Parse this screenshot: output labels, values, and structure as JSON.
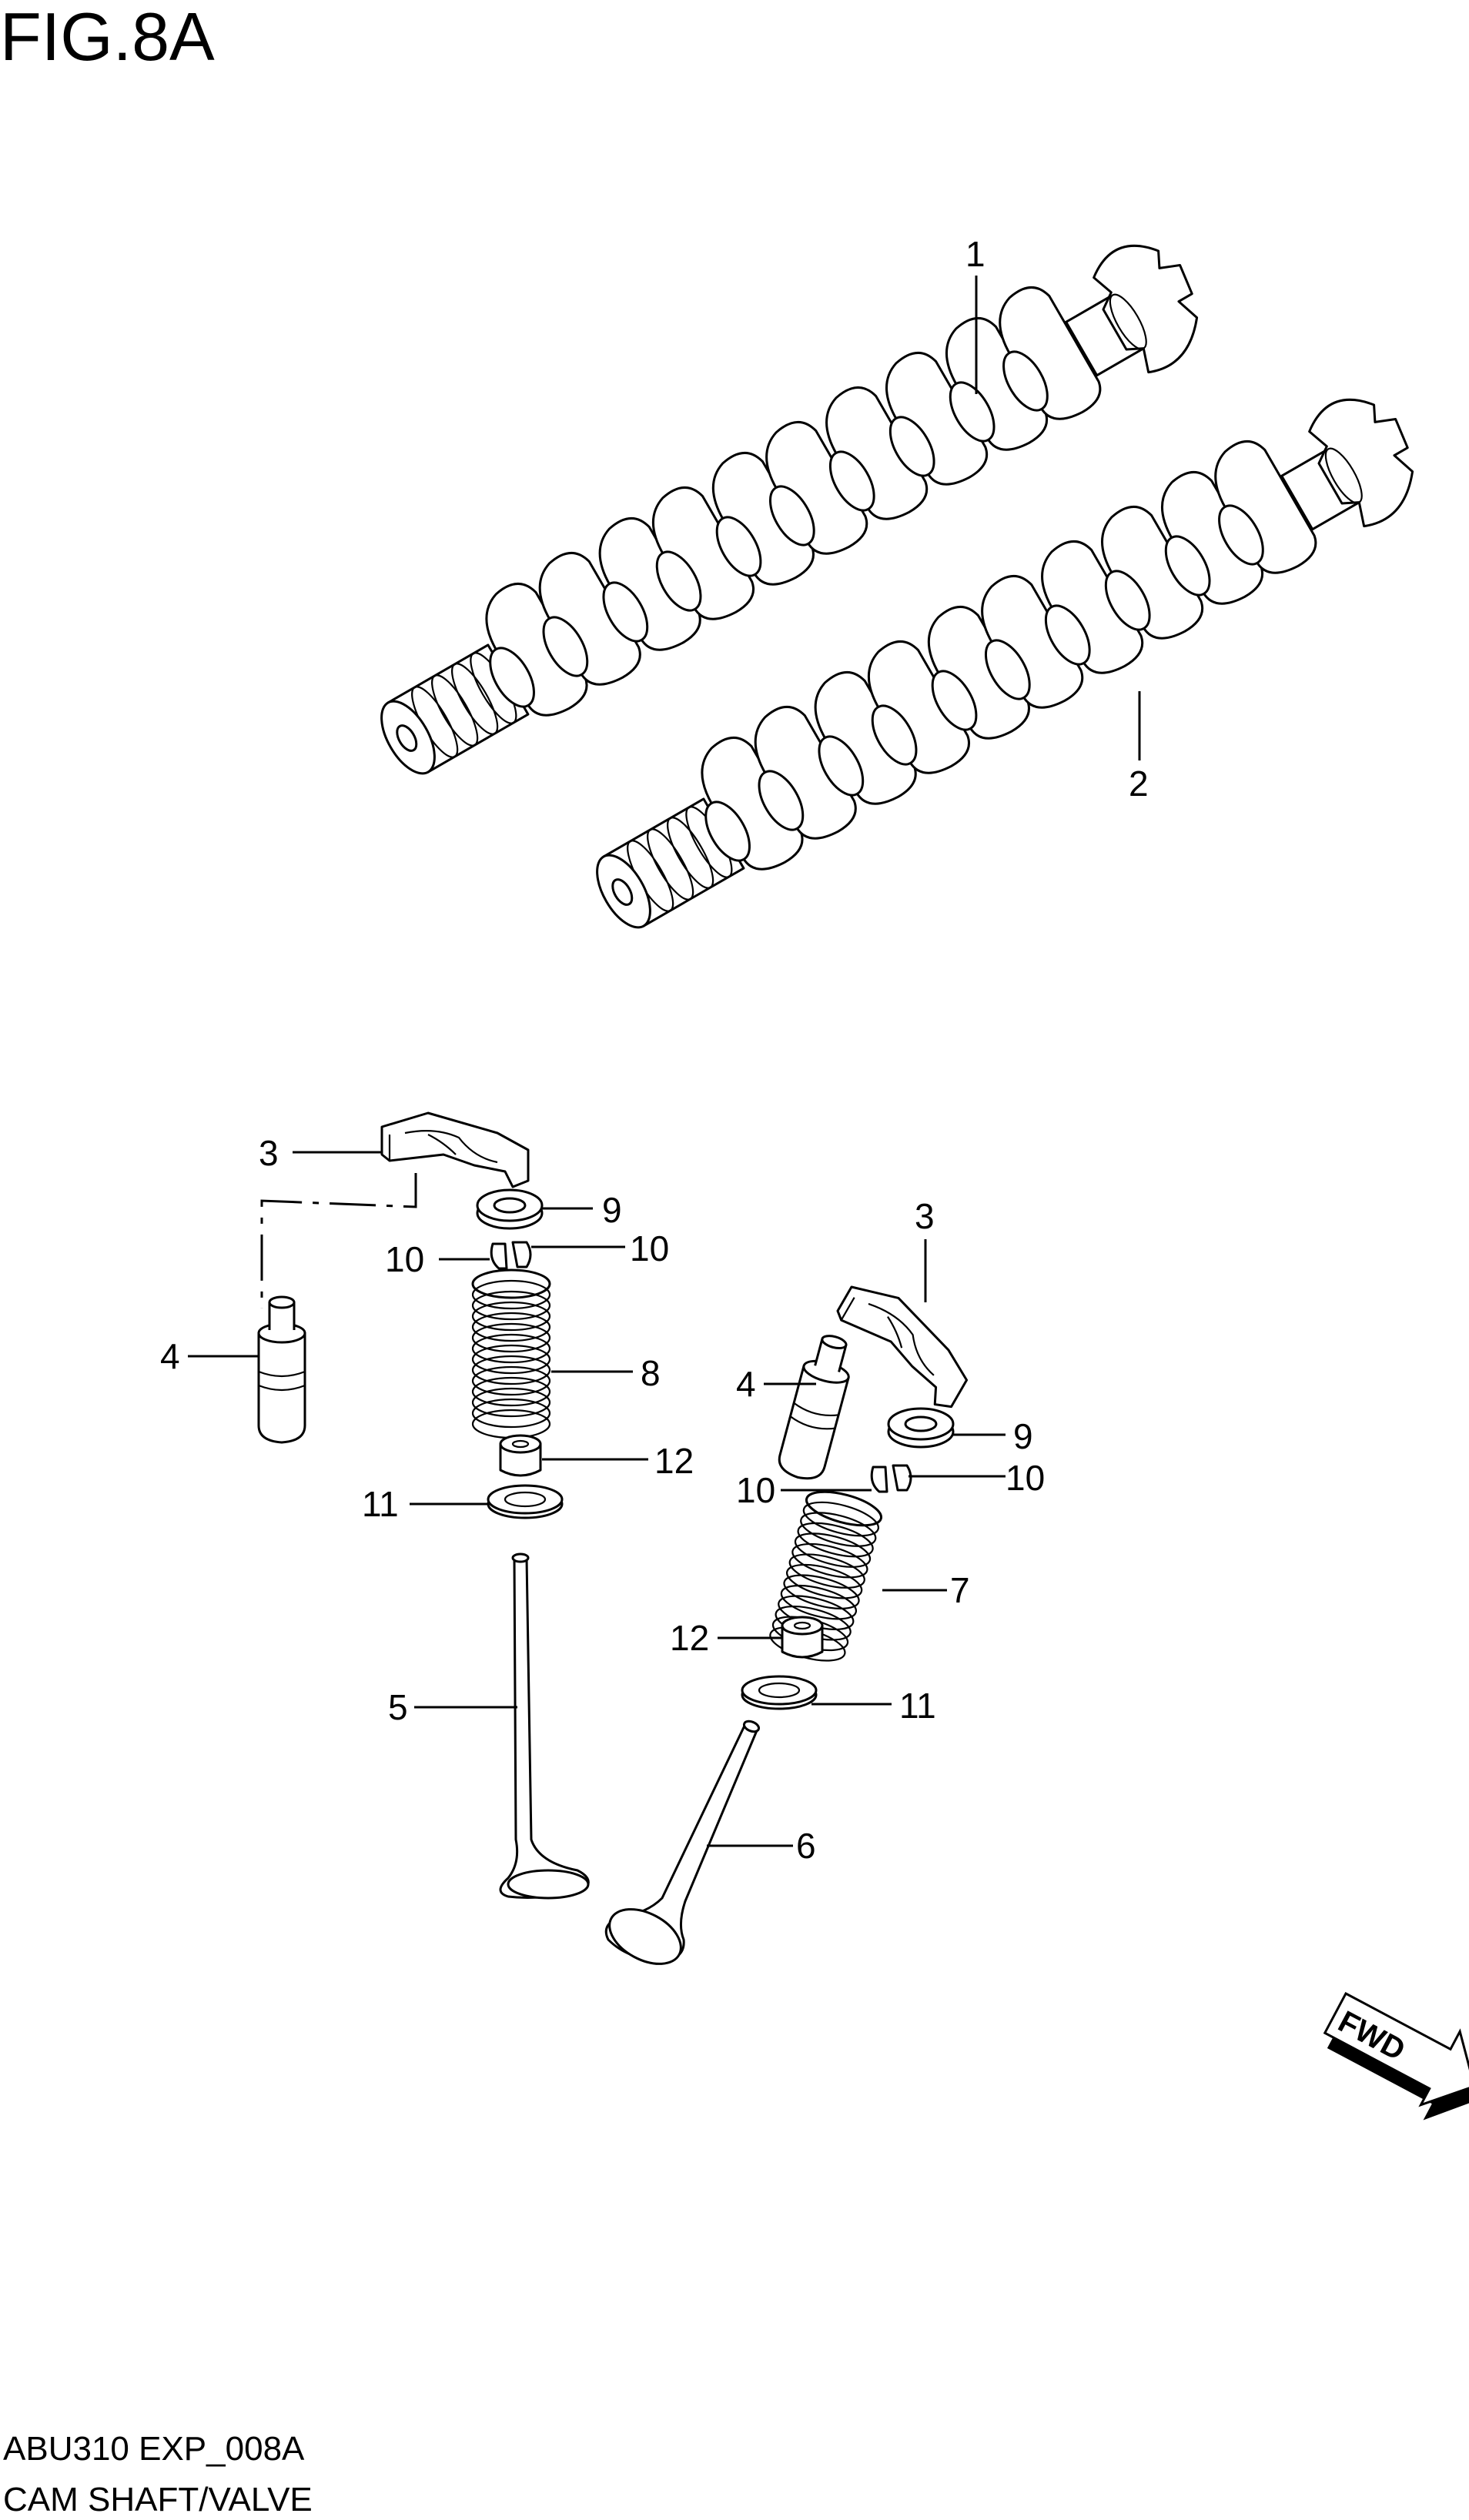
{
  "figure": {
    "title": "FIG.8A",
    "drawing_code": "ABU310 EXP_008A",
    "caption": "CAM SHAFT/VALVE"
  },
  "fwd_label": "FWD",
  "callouts": {
    "c1": "1",
    "c2": "2",
    "c3a": "3",
    "c3b": "3",
    "c4a": "4",
    "c4b": "4",
    "c5": "5",
    "c6": "6",
    "c7": "7",
    "c8": "8",
    "c9a": "9",
    "c9b": "9",
    "c10a": "10",
    "c10b": "10",
    "c10c": "10",
    "c10d": "10",
    "c11a": "11",
    "c11b": "11",
    "c12a": "12",
    "c12b": "12"
  }
}
